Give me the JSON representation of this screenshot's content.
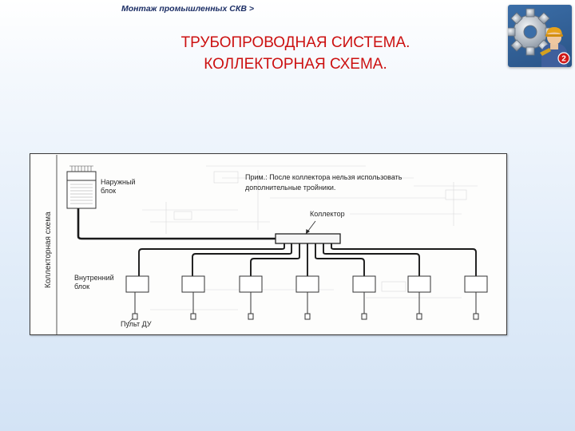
{
  "header": {
    "breadcrumb": "Монтаж промышленных СКВ >",
    "title_line1": "ТРУБОПРОВОДНАЯ СИСТЕМА.",
    "title_line2": "КОЛЛЕКТОРНАЯ СХЕМА."
  },
  "diagram": {
    "side_label": "Коллекторная схема",
    "outdoor_unit_line1": "Наружный",
    "outdoor_unit_line2": "блок",
    "note_line1": "Прим.: После коллектора нельзя использовать",
    "note_line2": "дополнительные тройники.",
    "collector_label": "Коллектор",
    "indoor_unit_line1": "Внутренний",
    "indoor_unit_line2": "блок",
    "remote_label": "Пульт ДУ"
  },
  "logo": {
    "badge": "2",
    "icon": "gear-and-engineer-icon"
  },
  "colors": {
    "title": "#cc1111",
    "breadcrumb": "#1d2f66"
  }
}
